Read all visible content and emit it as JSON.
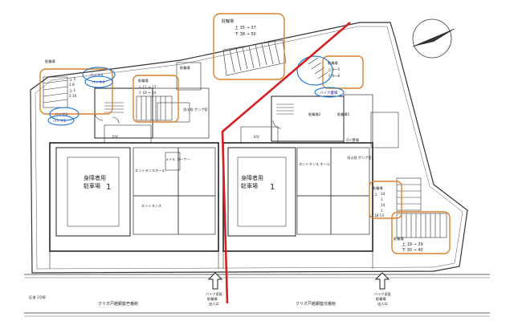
{
  "buildings": {
    "left_name": "クリオ戸越銀座壱番館",
    "right_name": "クリオ戸越銀座弐番館"
  },
  "accessible_parking": {
    "left_label_line1": "身障者用",
    "left_label_line2": "駐車場",
    "left_number": "1",
    "right_label_line1": "身障者用",
    "right_label_line2": "駐車場",
    "right_number": "1"
  },
  "bike_boxes": {
    "top_right": {
      "title": "駐輪場",
      "upper": "上 35 → 37",
      "lower": "下 38 → 50"
    },
    "top_left": {
      "title": "駐輪場",
      "upper": "上 11 → 17",
      "lower": "下 18 → 24"
    },
    "left_side": {
      "upper": "上 5",
      "l1": "1 8",
      "l2": "上 1",
      "l3": "5 10"
    },
    "circle_right": {
      "title": "駐輪場",
      "upper": "上 3～5",
      "lower": "下 6～8"
    },
    "right_mid": {
      "title": "駐輪場",
      "u": "上",
      "l1": "14",
      "l2": "1",
      "l3": "14",
      "l4": "1",
      "l5": "18 13"
    },
    "bottom_right": {
      "title": "駐輪場",
      "upper": "上 19 → 29",
      "lower": "下 30 → 40"
    }
  },
  "bike_lots": {
    "b1": "バイク3",
    "b2": "バイク4",
    "b3": "バイク2",
    "b4": "バイク1",
    "b5": "バイク置場"
  },
  "small_labels": {
    "parking_label_left": "駐輪場",
    "parking_label_top_left": "駐輪場",
    "bike_parking2": "駐輪場2",
    "bike_parking1": "駐輪場1",
    "entrance_hall_left": "エントランスホール",
    "entrance_hall_right": "エントランス ホール",
    "elevator": "E/V",
    "mail": "メイル コーナー",
    "entrance": "エントランス",
    "pump": "消火栓 ポンプ室",
    "garbage": "ゴミ置場",
    "bike_entrance_left_1": "バイク家庭",
    "bike_entrance_left_2": "駐輪場",
    "bike_entrance_left_3": "出入口",
    "bike_entrance_right_1": "バイク家庭",
    "bike_entrance_right_2": "駐輪場",
    "bike_entrance_right_3": "出入口",
    "road_label": "区道 1号線"
  },
  "colors": {
    "red_divider": "#d42020",
    "orange_box": "#d9822b",
    "blue_circle": "#2a7fd4",
    "line": "#333333"
  }
}
